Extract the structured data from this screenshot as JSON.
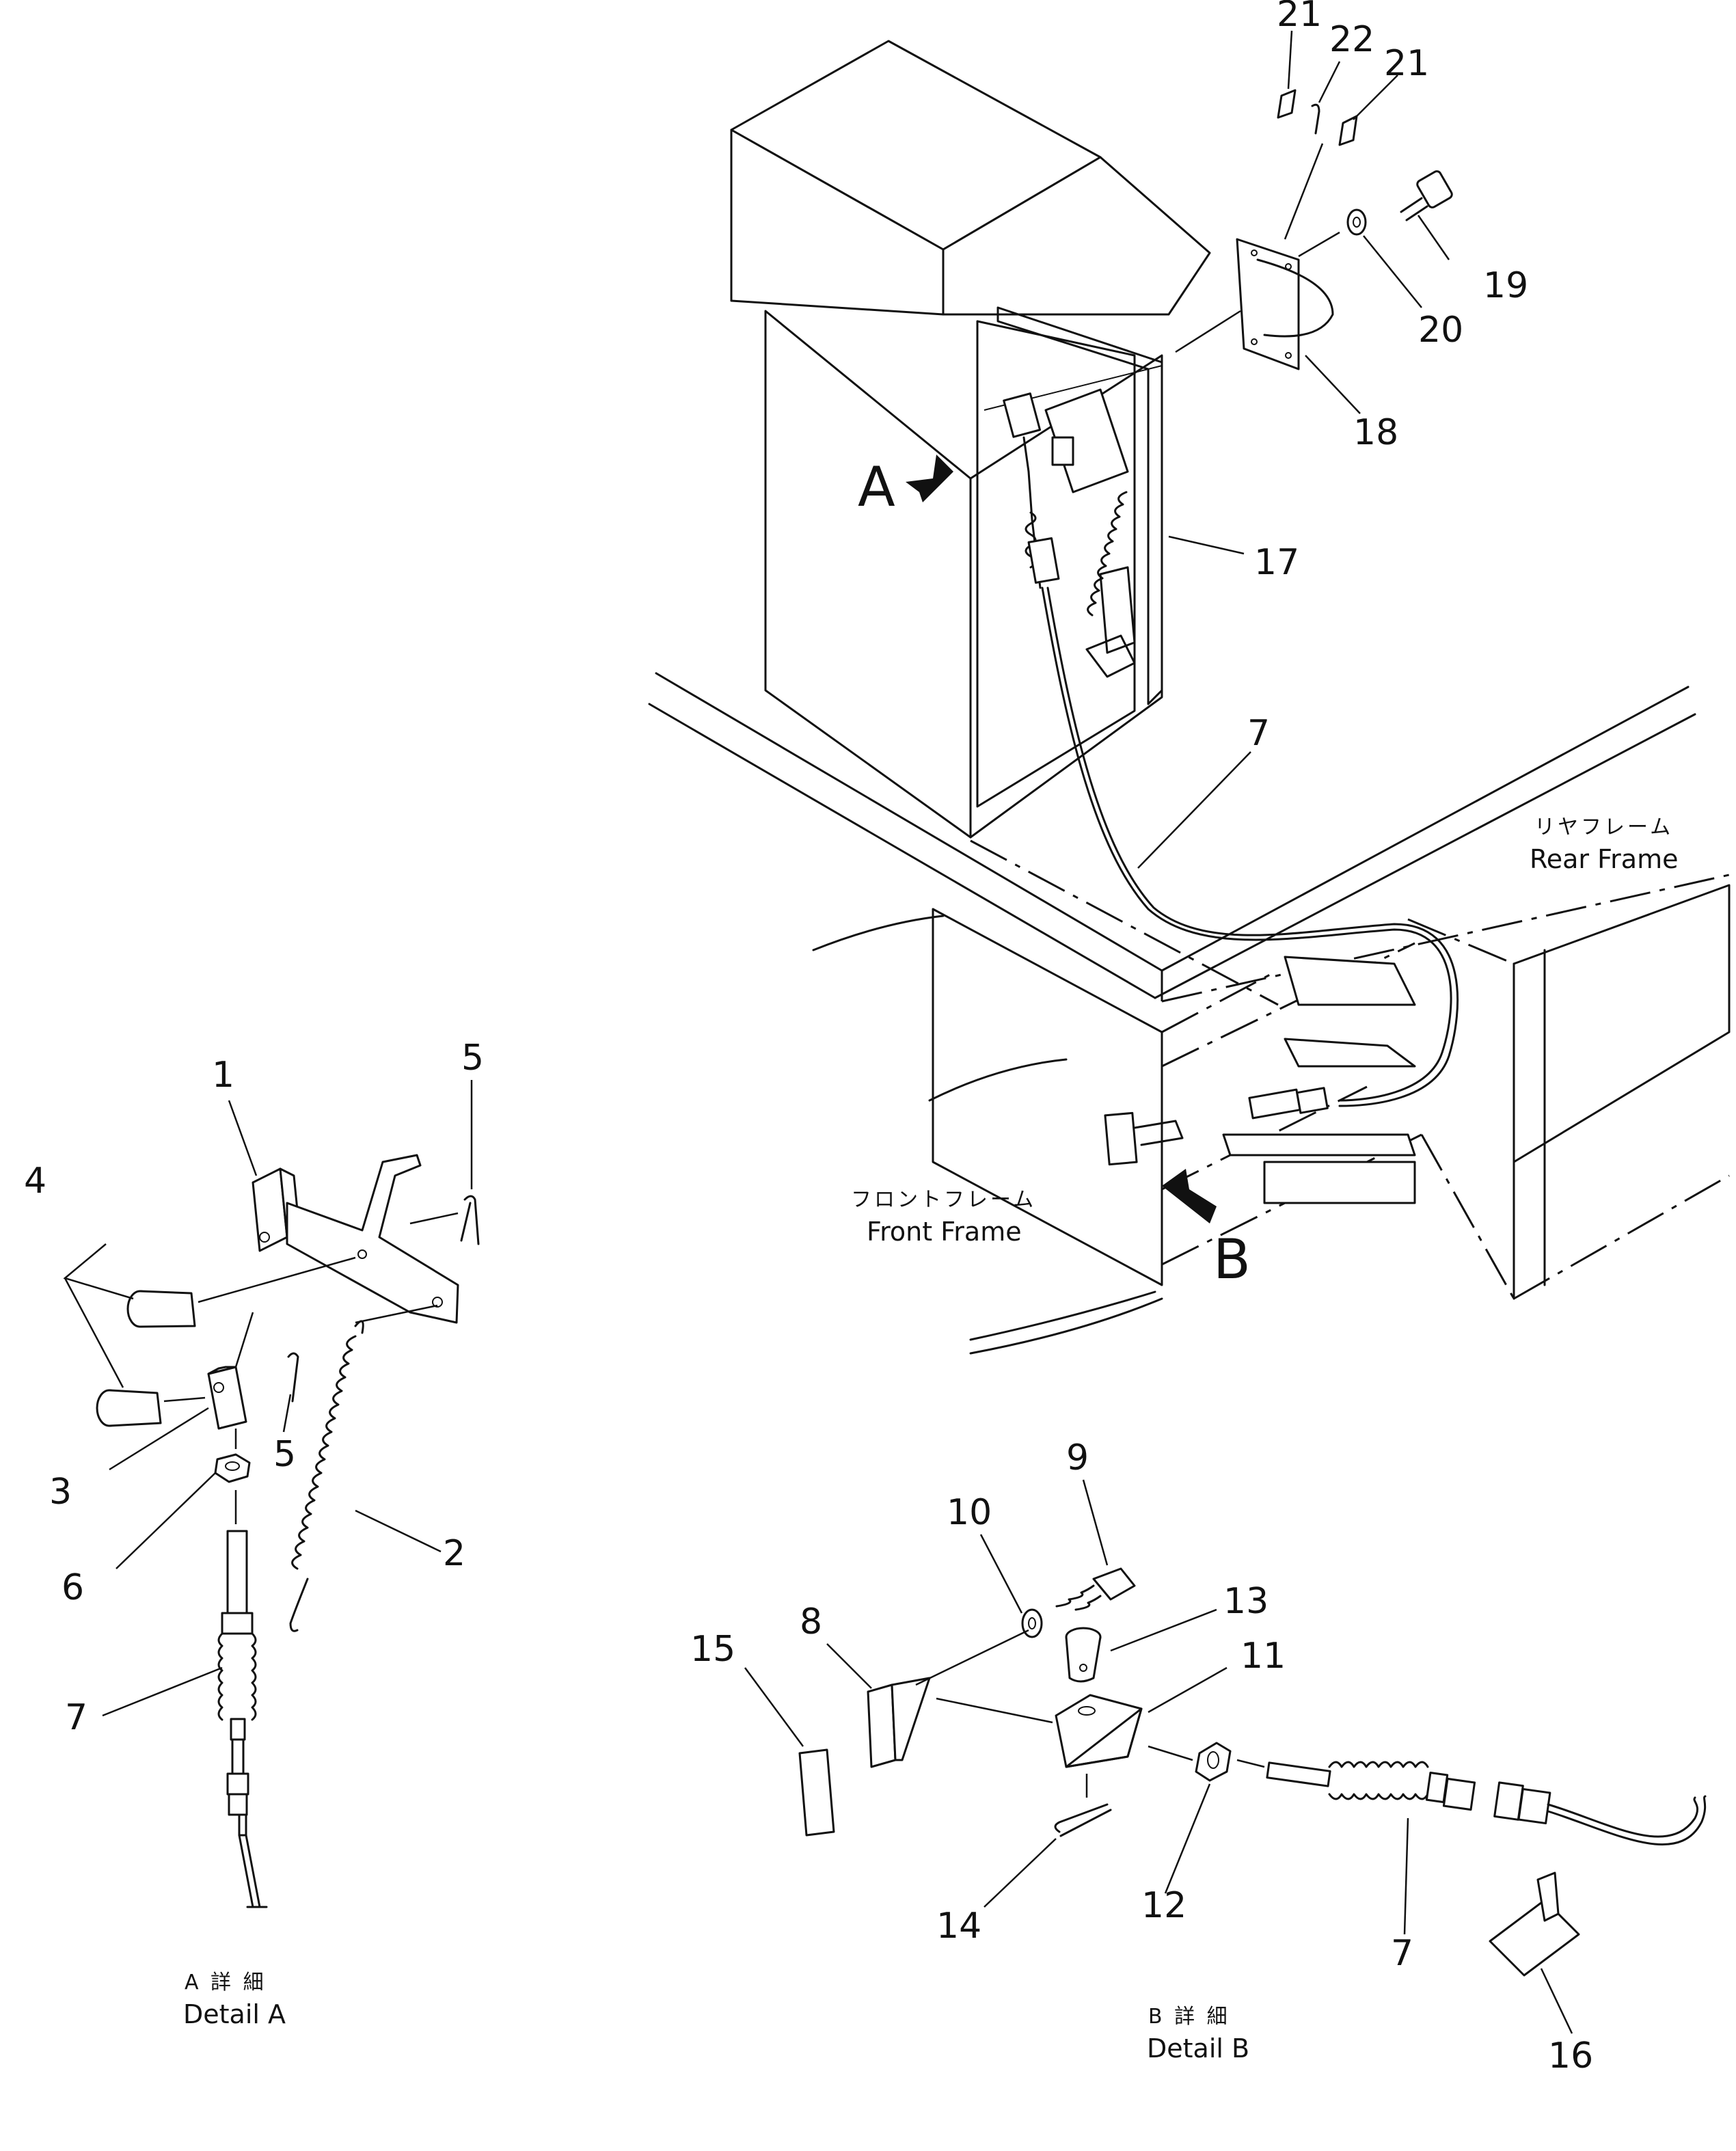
{
  "labels": {
    "frames": {
      "rear_jp": "リヤフレーム",
      "rear_en": "Rear Frame",
      "front_jp": "フロントフレーム",
      "front_en": "Front Frame"
    },
    "arrows": {
      "a": "A",
      "b": "B"
    },
    "captions": {
      "detail_a_jp": "A 詳 細",
      "detail_a_en": "Detail A",
      "detail_b_jp": "B 詳 細",
      "detail_b_en": "Detail B"
    }
  },
  "callouts": [
    {
      "id": "c21a",
      "text": "21"
    },
    {
      "id": "c22",
      "text": "22"
    },
    {
      "id": "c21b",
      "text": "21"
    },
    {
      "id": "c19",
      "text": "19"
    },
    {
      "id": "c20",
      "text": "20"
    },
    {
      "id": "c18",
      "text": "18"
    },
    {
      "id": "c17",
      "text": "17"
    },
    {
      "id": "c7top",
      "text": "7"
    },
    {
      "id": "c1",
      "text": "1"
    },
    {
      "id": "c5top",
      "text": "5"
    },
    {
      "id": "c4",
      "text": "4"
    },
    {
      "id": "c5mid",
      "text": "5"
    },
    {
      "id": "c3",
      "text": "3"
    },
    {
      "id": "c6",
      "text": "6"
    },
    {
      "id": "c2",
      "text": "2"
    },
    {
      "id": "c7a",
      "text": "7"
    },
    {
      "id": "c9",
      "text": "9"
    },
    {
      "id": "c10",
      "text": "10"
    },
    {
      "id": "c13",
      "text": "13"
    },
    {
      "id": "c8",
      "text": "8"
    },
    {
      "id": "c11",
      "text": "11"
    },
    {
      "id": "c15",
      "text": "15"
    },
    {
      "id": "c12",
      "text": "12"
    },
    {
      "id": "c14",
      "text": "14"
    },
    {
      "id": "c7b",
      "text": "7"
    },
    {
      "id": "c16",
      "text": "16"
    }
  ]
}
